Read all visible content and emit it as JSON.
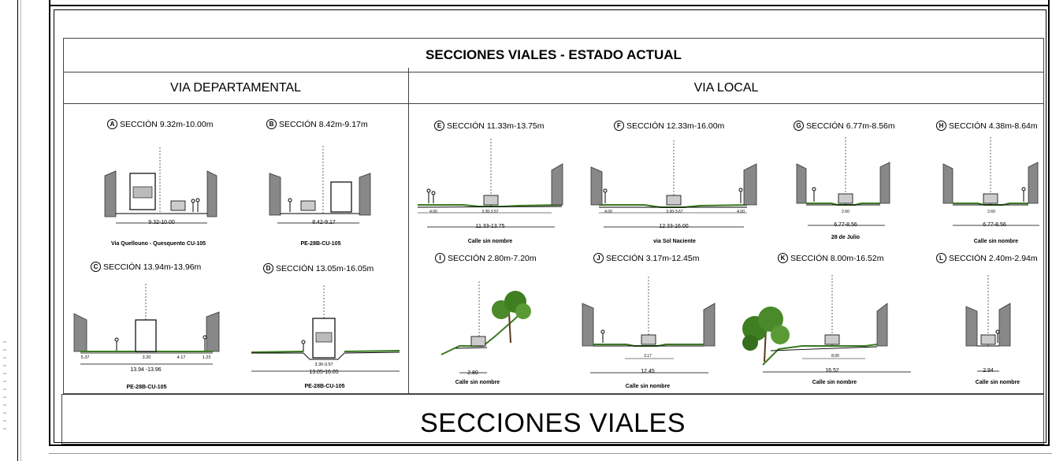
{
  "main_title": "SECCIONES VIALES - ESTADO ACTUAL",
  "header_left": "VIA DEPARTAMENTAL",
  "header_right": "VIA LOCAL",
  "footer_title": "SECCIONES VIALES",
  "sections": [
    {
      "letter": "A",
      "title": "SECCIÓN 9.32m-10.00m",
      "dimension": "9.32-10.00",
      "caption": "Via Quellouno - Quesquento CU-105"
    },
    {
      "letter": "B",
      "title": "SECCIÓN 8.42m-9.17m",
      "dimension": "8.42-9.17",
      "caption": "PE-28B-CU-105"
    },
    {
      "letter": "C",
      "title": "SECCIÓN 13.94m-13.96m",
      "dimension": "13.94 -13.96",
      "caption": "PE-28B-CU-105",
      "sub_dims": [
        "5.37",
        "3.20",
        "4.17",
        "1.23"
      ]
    },
    {
      "letter": "D",
      "title": "SECCIÓN 13.05m-16.05m",
      "dimension": "13.05-16.05",
      "caption": "PE-28B-CU-105",
      "sub_dims": [
        "3.30-3.57"
      ]
    },
    {
      "letter": "E",
      "title": "SECCIÓN 11.33m-13.75m",
      "dimension": "11.33-13.75",
      "caption": "Calle sin nombre",
      "sub_dims": [
        "4.00",
        "3.30-3.57"
      ]
    },
    {
      "letter": "F",
      "title": "SECCIÓN 12.33m-16.00m",
      "dimension": "12.33-16.00",
      "caption": "via Sol Naciente",
      "sub_dims": [
        "4.00",
        "3.00-3.67",
        "4.00"
      ]
    },
    {
      "letter": "G",
      "title": "SECCIÓN 6.77m-8.56m",
      "dimension": "6.77-8.56",
      "caption": "28 de Julio",
      "sub_dims": [
        "2.60"
      ]
    },
    {
      "letter": "H",
      "title": "SECCIÓN 4.38m-8.64m",
      "dimension": "6.77-8.56",
      "caption": "Calle sin nombre",
      "sub_dims": [
        "2.60"
      ]
    },
    {
      "letter": "I",
      "title": "SECCIÓN 2.80m-7.20m",
      "dimension": "2.80",
      "caption": "Calle sin nombre"
    },
    {
      "letter": "J",
      "title": "SECCIÓN 3.17m-12.45m",
      "dimension": "12.45",
      "caption": "Calle sin nombre",
      "sub_dims": [
        "3.17"
      ]
    },
    {
      "letter": "K",
      "title": "SECCIÓN 8.00m-16.52m",
      "dimension": "16.52",
      "caption": "Calle sin nombre",
      "sub_dims": [
        "8.00"
      ]
    },
    {
      "letter": "L",
      "title": "SECCIÓN 2.40m-2.94m",
      "dimension": "2.94",
      "caption": "Calle sin nombre"
    }
  ]
}
